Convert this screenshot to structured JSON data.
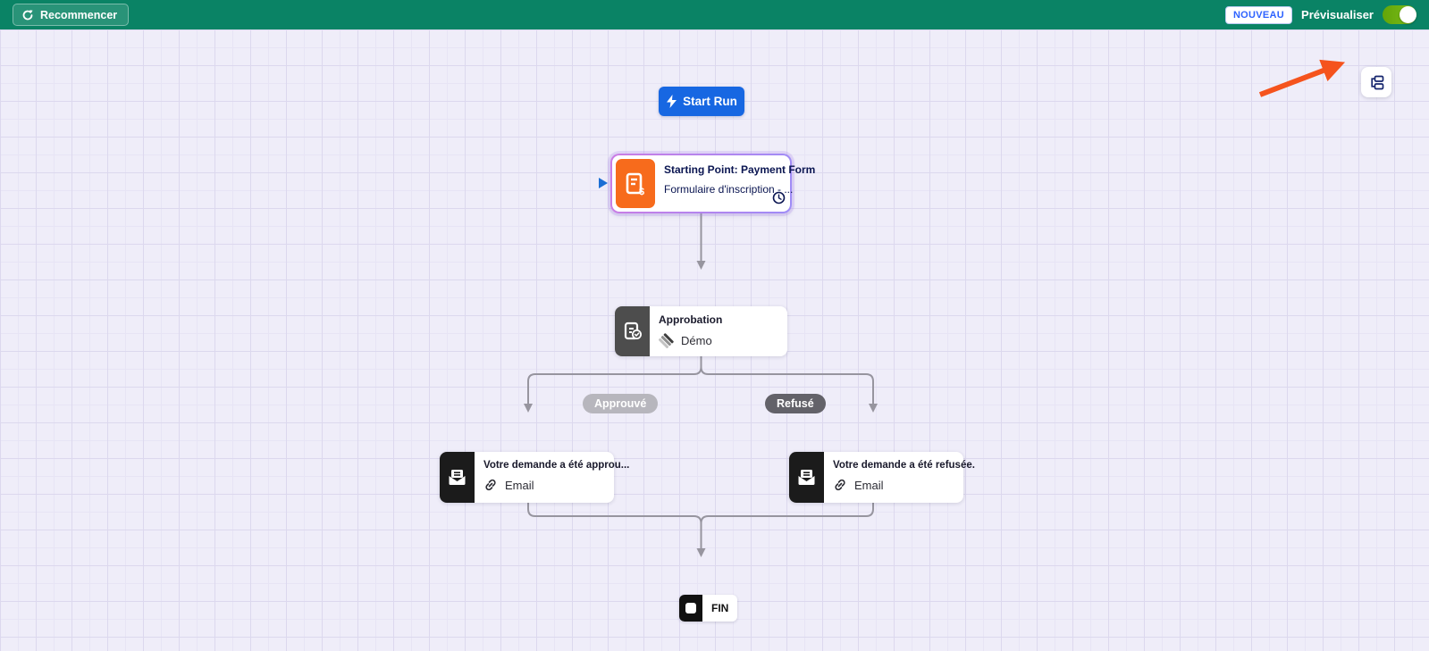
{
  "topbar": {
    "restart_label": "Recommencer",
    "new_badge": "NOUVEAU",
    "preview_label": "Prévisualiser",
    "preview_toggle_on": true
  },
  "flow": {
    "start_run_label": "Start Run",
    "nodes": {
      "start": {
        "title": "Starting Point: Payment Form",
        "subtitle": "Formulaire d'inscription - ..."
      },
      "approval": {
        "title": "Approbation",
        "tag": "Démo"
      },
      "email_approved": {
        "title": "Votre demande a été approu...",
        "tag": "Email"
      },
      "email_rejected": {
        "title": "Votre demande a été refusée.",
        "tag": "Email"
      },
      "end": {
        "label": "FIN"
      }
    },
    "branches": {
      "approved_label": "Approuvé",
      "rejected_label": "Refusé"
    }
  },
  "icons": {
    "restart": "refresh-icon",
    "start_run": "lightning-icon",
    "start_node": "payment-form-icon",
    "start_node_corner": "clock-icon",
    "approval_node": "approval-clipboard-icon",
    "approval_tag": "layers-stripes-icon",
    "email_node": "envelope-icon",
    "email_tag": "link-icon",
    "end_node": "stop-icon",
    "top_right": "flow-view-icon"
  },
  "colors": {
    "topbar_bg": "#0a8365",
    "canvas_bg": "#efedf9",
    "start_run_blue": "#1767e2",
    "start_node_orange": "#f76b1c",
    "start_node_border": "#b88ef0",
    "navy_text": "#0a1551",
    "approval_block": "#4d4d4d",
    "email_block": "#1b1b1b",
    "connector": "#97959f",
    "badge_approved": "#b7b6bd",
    "badge_rejected": "#636269",
    "toggle_green": "#70b213",
    "new_badge_blue": "#2e63ff",
    "annotation_orange": "#f5531d"
  }
}
